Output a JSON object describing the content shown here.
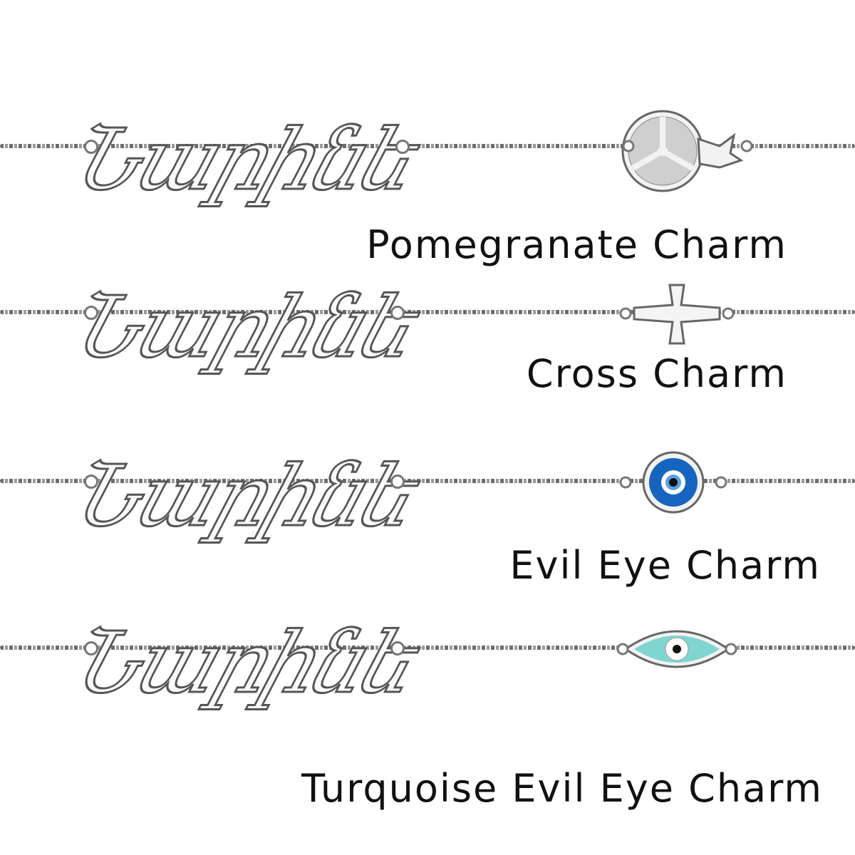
{
  "engraving": "Նարինե",
  "items": [
    {
      "label": "Pomegranate Charm",
      "charm": "pomegranate-icon"
    },
    {
      "label": "Cross Charm",
      "charm": "cross-icon"
    },
    {
      "label": "Evil Eye Charm",
      "charm": "evil-eye-icon"
    },
    {
      "label": "Turquoise Evil Eye Charm",
      "charm": "turquoise-evil-eye-icon"
    }
  ],
  "colors": {
    "silver": "#eeeeee",
    "outline": "#555555",
    "blue_eye": "#1565c0",
    "turquoise": "#7fd6d0"
  }
}
